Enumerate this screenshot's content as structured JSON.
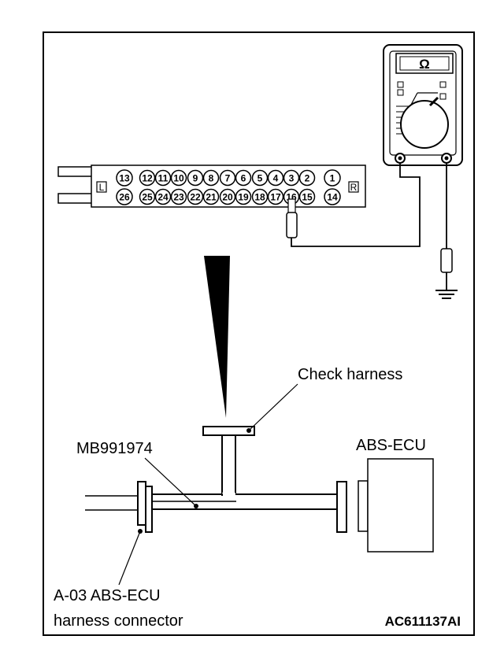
{
  "labels": {
    "check_harness": "Check harness",
    "mb_tool": "MB991974",
    "abs_ecu": "ABS-ECU",
    "connector_line1": "A-03 ABS-ECU",
    "connector_line2": "harness connector",
    "figure_code": "AC611137AI"
  },
  "meter": {
    "symbol": "Ω"
  },
  "connector": {
    "left_tag": "L",
    "right_tag": "R",
    "top_pins": [
      "13",
      "12",
      "11",
      "10",
      "9",
      "8",
      "7",
      "6",
      "5",
      "4",
      "3",
      "2",
      "1"
    ],
    "bottom_pins": [
      "26",
      "25",
      "24",
      "23",
      "22",
      "21",
      "20",
      "19",
      "18",
      "17",
      "16",
      "15",
      "14"
    ]
  }
}
